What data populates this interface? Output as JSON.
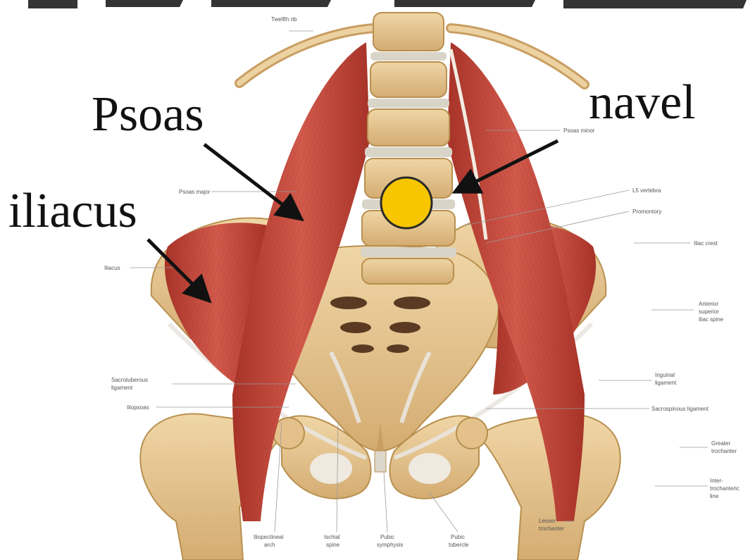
{
  "callouts": {
    "psoas": "Psoas",
    "iliacus": "iliacus",
    "navel": "navel"
  },
  "small_labels": {
    "twelfth_rib": "Twelfth rib",
    "psoas_minor": "Psoas minor",
    "psoas_major": "Psoas major",
    "l5_vertebra": "L5 vertebra",
    "promontory": "Promontory",
    "iliac_crest": "Iliac crest",
    "iliacus": "Iliacus",
    "asis": [
      "Anterior",
      "superior",
      "iliac spine"
    ],
    "inguinal_ligament": [
      "Inguinal",
      "ligament"
    ],
    "sacrotuberous_ligament": [
      "Sacrotuberous",
      "ligament"
    ],
    "iliopsoas": "Iliopsoas",
    "sacrospinous_ligament": "Sacrospinous ligament",
    "greater_trochanter": [
      "Greater",
      "trochanter"
    ],
    "intertrochanteric_line": [
      "Inter-",
      "trochanteric",
      "line"
    ],
    "lesser_trochanter": [
      "Lesser",
      "trochanter"
    ],
    "iliopectineal_arch": [
      "Iliopectineal",
      "arch"
    ],
    "ischial_spine": [
      "Ischial",
      "spine"
    ],
    "pubic_symphysis": [
      "Pubic",
      "symphysis"
    ],
    "pubic_tubercle": [
      "Pubic",
      "tubercle"
    ]
  },
  "colors": {
    "muscle": "#c8463a",
    "muscle_dark": "#9c2f26",
    "bone": "#e6c48e",
    "bone_dark": "#c99e62",
    "disc": "#d9d4c8",
    "navel_marker": "#f7c600",
    "arrow": "#111111"
  }
}
